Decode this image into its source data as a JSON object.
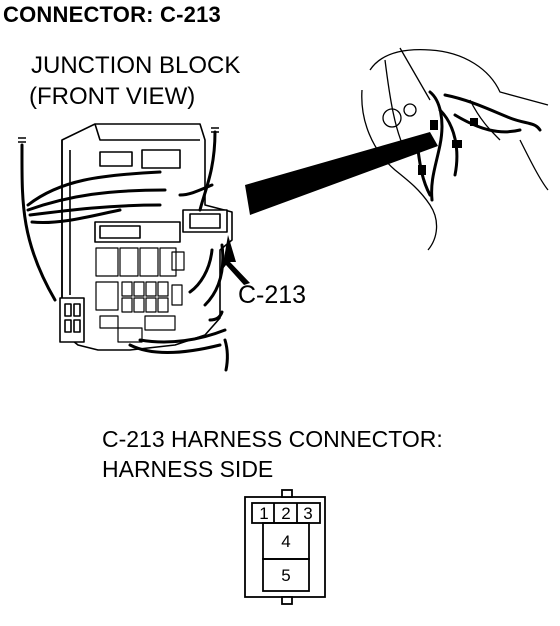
{
  "title": "CONNECTOR: C-213",
  "junction_block": {
    "line1": "JUNCTION BLOCK",
    "line2": "(FRONT VIEW)"
  },
  "callout": "C-213",
  "harness": {
    "line1": "C-213 HARNESS CONNECTOR:",
    "line2": "HARNESS SIDE"
  },
  "pins": [
    "1",
    "2",
    "3",
    "4",
    "5"
  ]
}
